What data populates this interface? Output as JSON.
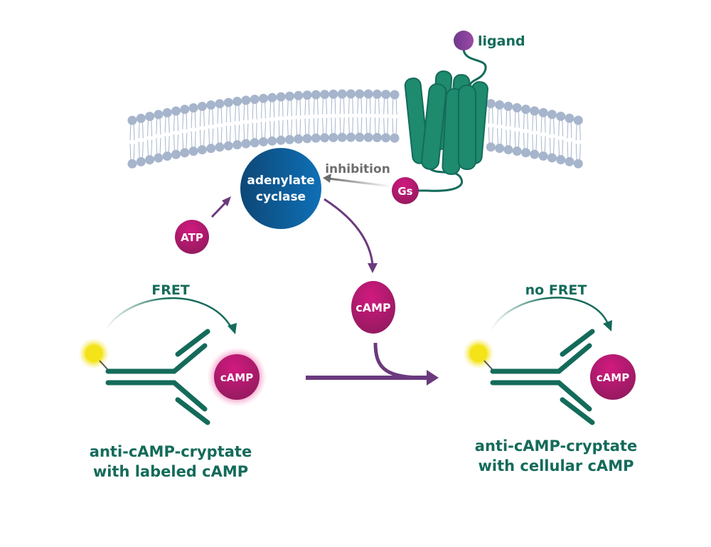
{
  "labels": {
    "ligand": "ligand",
    "adenylate_cyclase_line1": "adenylate",
    "adenylate_cyclase_line2": "cyclase",
    "inhibition": "inhibition",
    "gs": "Gs",
    "atp": "ATP",
    "camp_center": "cAMP",
    "fret": "FRET",
    "no_fret": "no FRET",
    "camp_left": "cAMP",
    "camp_right": "cAMP",
    "left_caption_line1": "anti-cAMP-cryptate",
    "left_caption_line2": "with labeled cAMP",
    "right_caption_line1": "anti-cAMP-cryptate",
    "right_caption_line2": "with cellular cAMP"
  },
  "colors": {
    "teal": "#146b5a",
    "receptor": "#1e8a6e",
    "magenta": "#b5176e",
    "purple_arrow": "#6b3a7e",
    "ligand": "#8a3f9a",
    "cyclase_dark": "#0d4777",
    "cyclase_light": "#0f70b6",
    "membrane": "#a6b5cc",
    "inhibition_gray": "#6d6d6d",
    "donor_yellow": "#f3e318"
  }
}
